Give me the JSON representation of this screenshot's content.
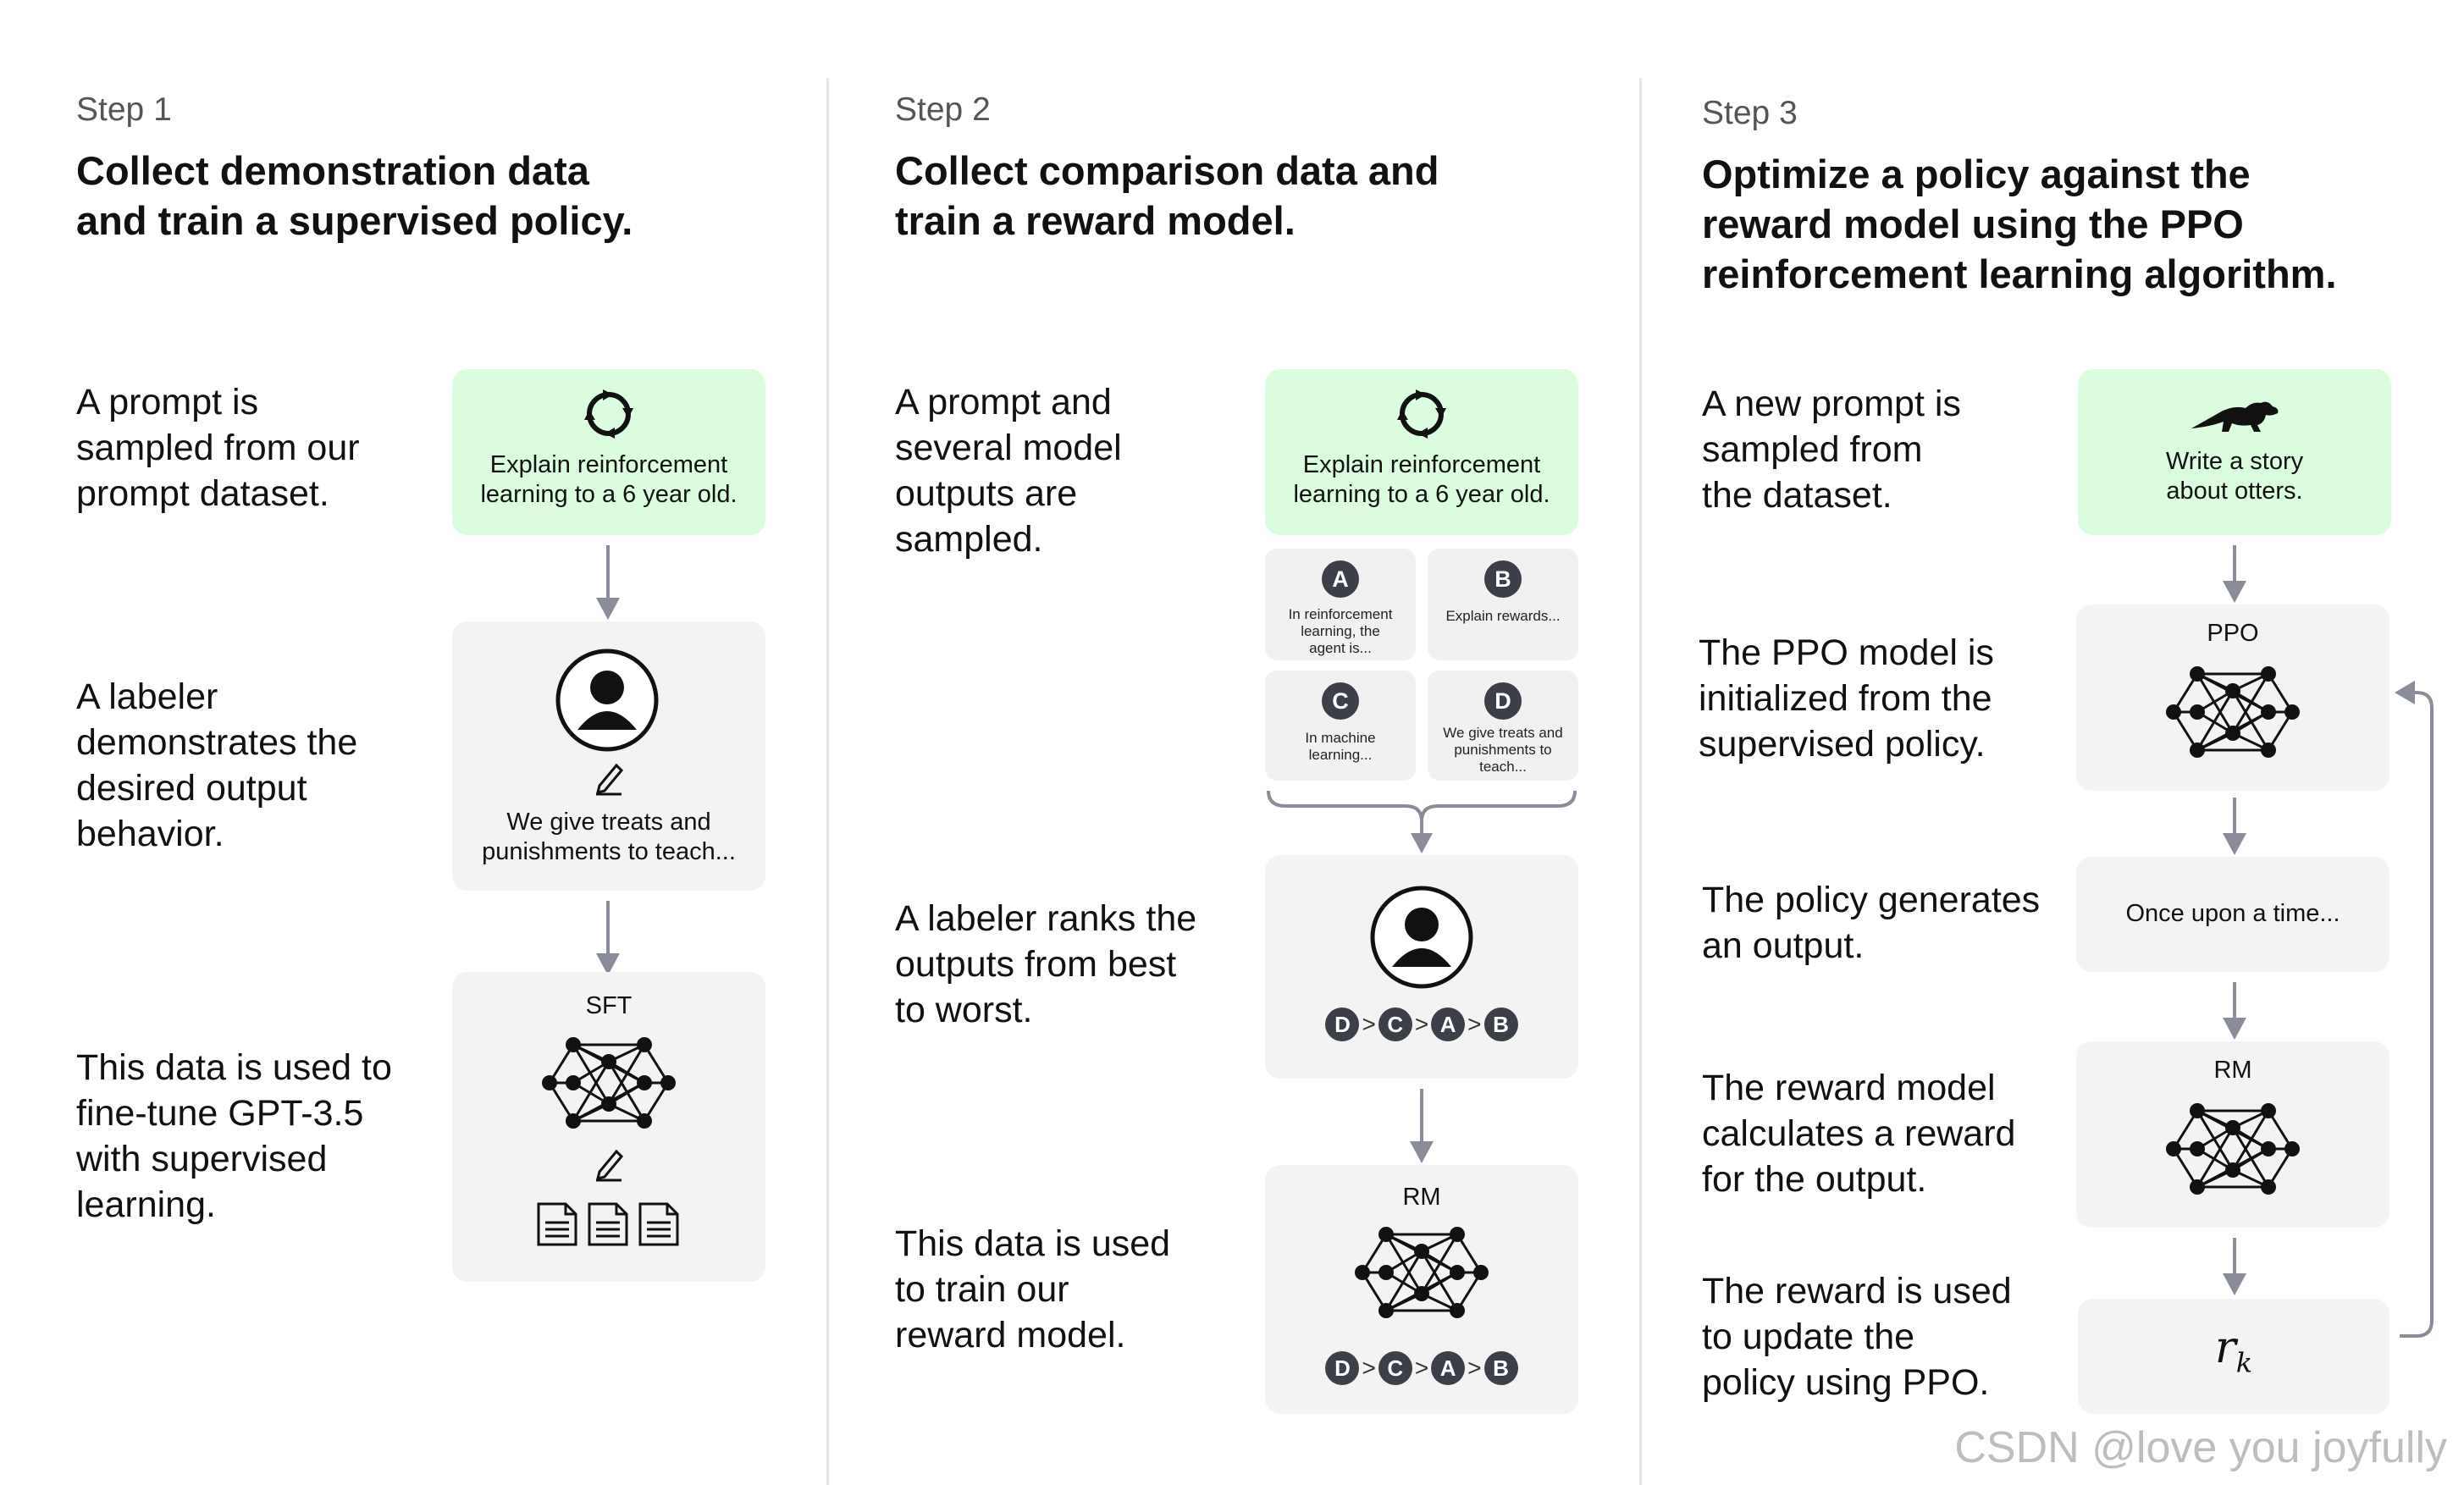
{
  "step1": {
    "step_label": "Step 1",
    "title": "Collect demonstration data\nand train a supervised policy.",
    "desc1": "A prompt is\nsampled from our\nprompt dataset.",
    "desc2": "A labeler\ndemonstrates the\ndesired output\nbehavior.",
    "desc3": "This data is used to\nfine-tune GPT-3.5\nwith supervised\nlearning.",
    "prompt_text": "Explain reinforcement\nlearning to a 6 year old.",
    "demo_text": "We give treats and\npunishments to teach...",
    "model_label": "SFT"
  },
  "step2": {
    "step_label": "Step 2",
    "title": "Collect comparison data and\ntrain a reward model.",
    "desc1": "A prompt and\nseveral model\noutputs are\nsampled.",
    "desc2": "A labeler ranks the\noutputs from best\nto worst.",
    "desc3": "This data is used\nto train our\nreward model.",
    "prompt_text": "Explain reinforcement\nlearning to a 6 year old.",
    "outputs": [
      {
        "letter": "A",
        "text": "In reinforcement\nlearning, the\nagent is..."
      },
      {
        "letter": "B",
        "text": "Explain rewards..."
      },
      {
        "letter": "C",
        "text": "In machine\nlearning..."
      },
      {
        "letter": "D",
        "text": "We give treats and\npunishments to\nteach..."
      }
    ],
    "ranking": [
      "D",
      "C",
      "A",
      "B"
    ],
    "ranking_sep": ">",
    "model_label": "RM"
  },
  "step3": {
    "step_label": "Step 3",
    "title": "Optimize a policy against the\nreward model using the PPO\nreinforcement learning algorithm.",
    "desc1": "A new prompt is\nsampled from\nthe dataset.",
    "desc2": "The PPO model is\ninitialized from the\nsupervised policy.",
    "desc3": "The policy generates\nan output.",
    "desc4": "The reward model\ncalculates a reward\nfor the output.",
    "desc5": "The reward is used\nto update the\npolicy using PPO.",
    "prompt_text": "Write a story\nabout otters.",
    "ppo_label": "PPO",
    "output_text": "Once upon a time...",
    "rm_label": "RM",
    "reward_symbol": "r",
    "reward_subscript": "k"
  },
  "watermark": "CSDN @love you joyfully",
  "colors": {
    "prompt_box": "#dcfce0",
    "box": "#f3f3f3",
    "arrow": "#8a8c99",
    "circle": "#3c3f47"
  }
}
